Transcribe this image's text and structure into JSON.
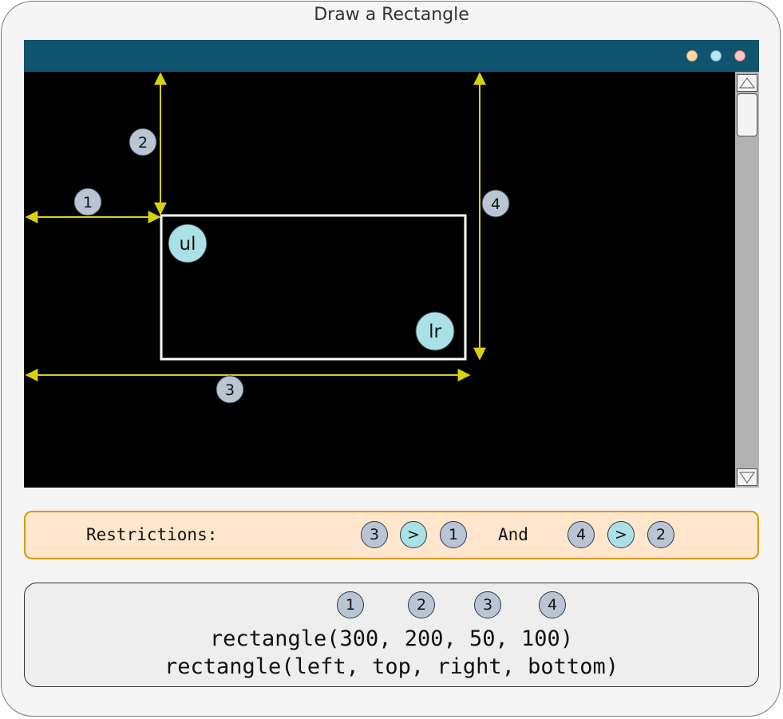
{
  "title": "Draw a Rectangle",
  "window": {
    "controls": [
      "minimize",
      "maximize",
      "close"
    ],
    "colors": {
      "titlebar": "#10546f",
      "canvas": "#000000",
      "arrow": "#d9d010",
      "rectangle": "#ffffff"
    }
  },
  "diagram": {
    "corner_labels": {
      "upper_left": "ul",
      "lower_right": "lr"
    },
    "arrow_labels": {
      "left": "1",
      "top": "2",
      "right": "3",
      "bottom": "4"
    }
  },
  "restrictions": {
    "label": "Restrictions:",
    "rule1": [
      "3",
      ">",
      "1"
    ],
    "connector": "And",
    "rule2": [
      "4",
      ">",
      "2"
    ]
  },
  "code": {
    "param_numbers": [
      "1",
      "2",
      "3",
      "4"
    ],
    "call": "rectangle(300, 200, 50, 100)",
    "signature": "rectangle(left, top, right, bottom)"
  }
}
